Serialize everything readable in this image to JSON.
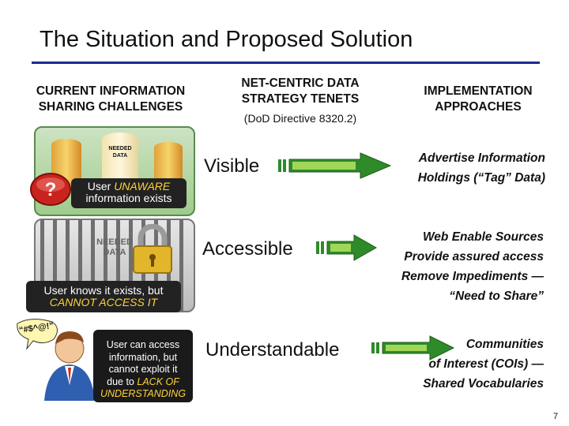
{
  "title": "The Situation and Proposed Solution",
  "columns": {
    "challenges_header": "CURRENT INFORMATION SHARING CHALLENGES",
    "tenets_header": "NET-CENTRIC DATA STRATEGY TENETS",
    "tenets_subheader": "(DoD Directive 8320.2)",
    "approaches_header": "IMPLEMENTATION APPROACHES"
  },
  "rows": [
    {
      "challenge_prefix": "User ",
      "challenge_highlight": "UNAWARE",
      "challenge_suffix": "information exists",
      "image_label": "NEEDED DATA",
      "icon": "question-mark-icon",
      "tenet": "Visible",
      "approach": [
        "Advertise Information",
        "Holdings (“Tag” Data)"
      ]
    },
    {
      "challenge_prefix": "User knows it exists, but",
      "challenge_highlight": "CANNOT ACCESS IT",
      "image_label": "NEEDED DATA",
      "icon": "padlock-icon",
      "tenet": "Accessible",
      "approach": [
        "Web Enable Sources",
        "Provide assured access",
        "Remove Impediments —",
        "“Need to Share”"
      ]
    },
    {
      "challenge_lines": [
        "User can access",
        "information, but",
        "cannot exploit it",
        "due to"
      ],
      "challenge_highlight": "LACK OF UNDERSTANDING",
      "speech": "“#$^@!”",
      "icon": "frustrated-user-icon",
      "tenet": "Understandable",
      "approach": [
        "Communities",
        "of Interest (COIs) —",
        "Shared Vocabularies"
      ]
    }
  ],
  "colors": {
    "title_rule": "#1f2a8c",
    "arrow_fill": "#2f8a2a",
    "arrow_highlight": "#c8f06a",
    "caption_bg": "#222222",
    "caption_highlight": "#ffd23a"
  },
  "page_number": "7"
}
